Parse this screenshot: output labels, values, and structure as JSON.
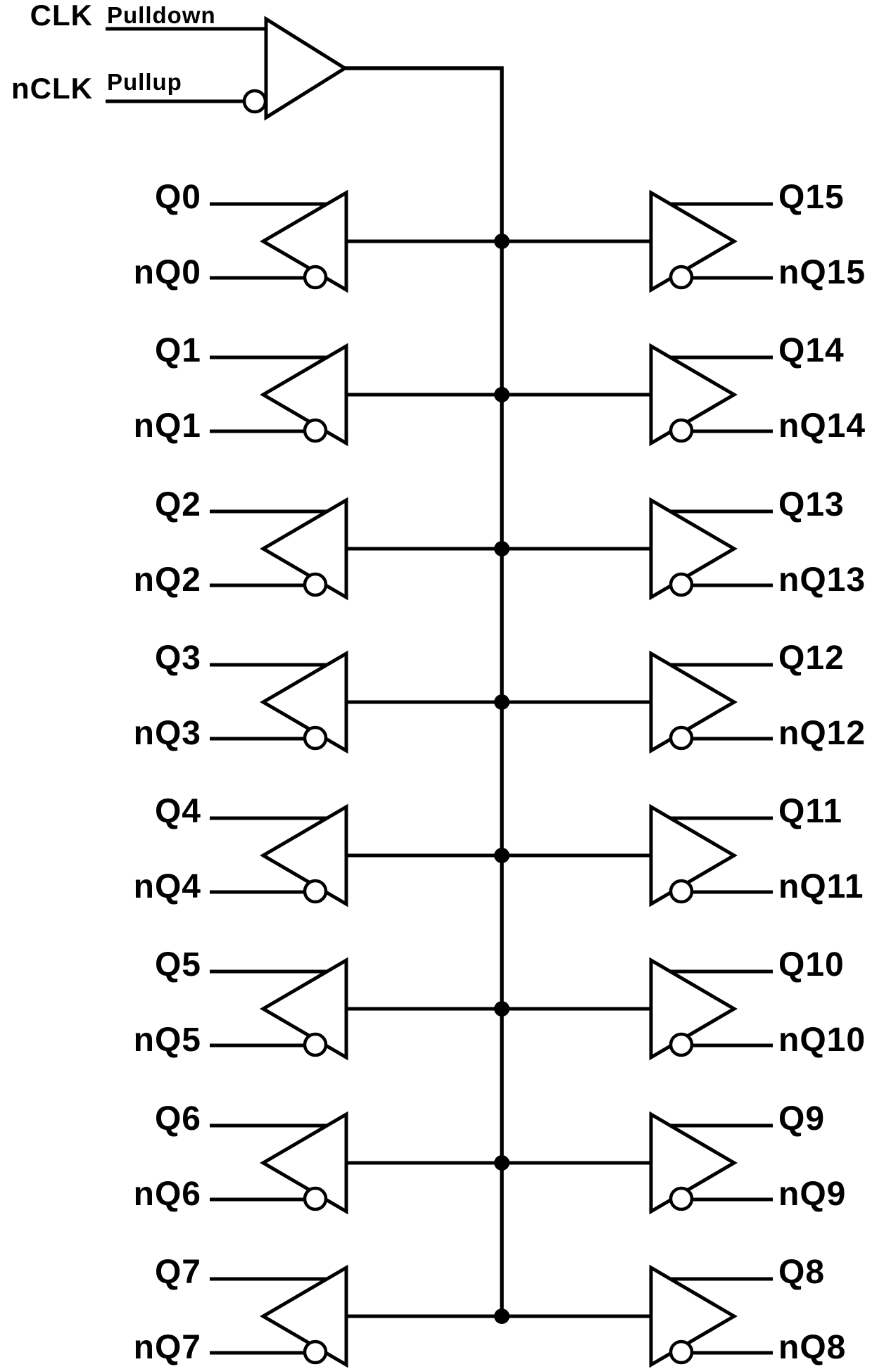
{
  "diagram": {
    "inputs": {
      "clk": "CLK",
      "clk_termination": "Pulldown",
      "nclk": "nCLK",
      "nclk_termination": "Pullup"
    },
    "rows": [
      {
        "left": {
          "q": "Q0",
          "nq": "nQ0"
        },
        "right": {
          "q": "Q15",
          "nq": "nQ15"
        }
      },
      {
        "left": {
          "q": "Q1",
          "nq": "nQ1"
        },
        "right": {
          "q": "Q14",
          "nq": "nQ14"
        }
      },
      {
        "left": {
          "q": "Q2",
          "nq": "nQ2"
        },
        "right": {
          "q": "Q13",
          "nq": "nQ13"
        }
      },
      {
        "left": {
          "q": "Q3",
          "nq": "nQ3"
        },
        "right": {
          "q": "Q12",
          "nq": "nQ12"
        }
      },
      {
        "left": {
          "q": "Q4",
          "nq": "nQ4"
        },
        "right": {
          "q": "Q11",
          "nq": "nQ11"
        }
      },
      {
        "left": {
          "q": "Q5",
          "nq": "nQ5"
        },
        "right": {
          "q": "Q10",
          "nq": "nQ10"
        }
      },
      {
        "left": {
          "q": "Q6",
          "nq": "nQ6"
        },
        "right": {
          "q": "Q9",
          "nq": "nQ9"
        }
      },
      {
        "left": {
          "q": "Q7",
          "nq": "nQ7"
        },
        "right": {
          "q": "Q8",
          "nq": "nQ8"
        }
      }
    ],
    "colors": {
      "line": "#000000",
      "background": "#ffffff"
    }
  }
}
